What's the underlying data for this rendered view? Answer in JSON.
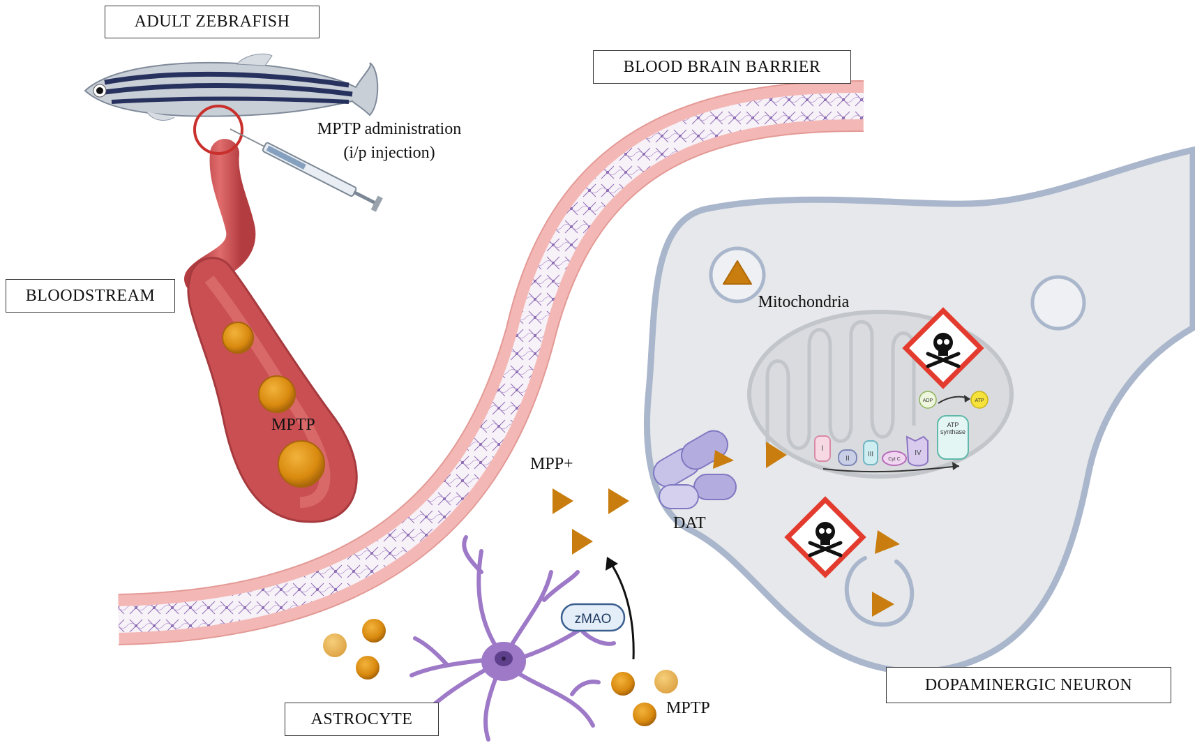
{
  "labels": {
    "adult_zebrafish": "ADULT ZEBRAFISH",
    "blood_brain_barrier": "BLOOD BRAIN BARRIER",
    "bloodstream": "BLOODSTREAM",
    "astrocyte": "ASTROCYTE",
    "dopaminergic_neuron": "DOPAMINERGIC NEURON"
  },
  "annotations": {
    "mptp_admin_line1": "MPTP administration",
    "mptp_admin_line2": "(i/p injection)",
    "mptp_vessel": "MPTP",
    "mptp_astrocyte": "MPTP",
    "mpp_plus": "MPP+",
    "dat": "DAT",
    "zmao": "zMAO",
    "mitochondria": "Mitochondria"
  },
  "etc": {
    "complex_1": "I",
    "complex_2": "II",
    "complex_3": "III",
    "cyt_c": "Cyt C",
    "complex_4": "IV",
    "atp_synthase_line1": "ATP",
    "atp_synthase_line2": "synthase",
    "adp": "ADP",
    "atp": "ATP"
  },
  "colors": {
    "mptp_particle": "#d98a0f",
    "mpp_triangle": "#c97d0e",
    "vessel": "#c94f52",
    "bbb": "#f3b8b5",
    "astrocyte": "#9d79c7",
    "neuron_fill": "#e6e8eb",
    "neuron_border": "#a9b6cb",
    "hazard": "#e33b2e"
  },
  "icons": [
    "skull-crossbones-hazard-icon",
    "syringe-icon",
    "zebrafish-icon"
  ]
}
